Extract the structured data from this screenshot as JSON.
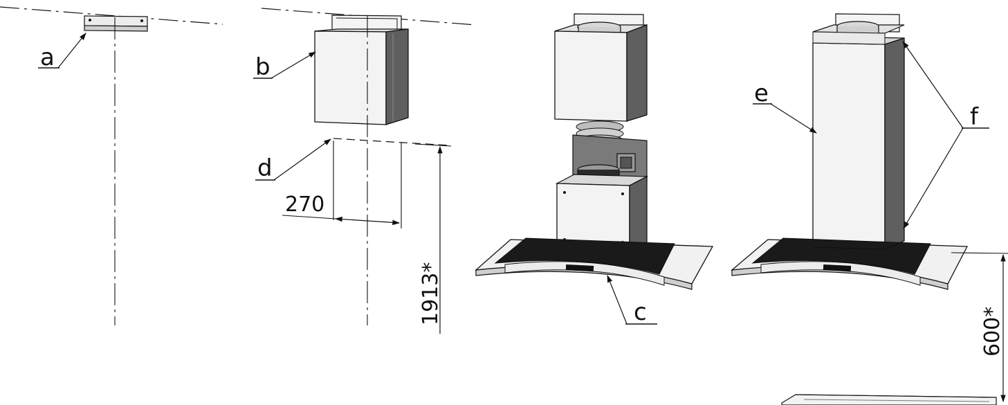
{
  "labels": {
    "a": "a",
    "b": "b",
    "c": "c",
    "d": "d",
    "e": "e",
    "f": "f"
  },
  "dimensions": {
    "width": "270",
    "height_ceiling": "1913*",
    "height_hob": "600*"
  },
  "colors": {
    "line": "#111111",
    "glass_dark": "#1a1a1a",
    "steel_light": "#f0f0f0",
    "steel_mid": "#cfcfcf",
    "steel_dark": "#5a5a5a"
  }
}
